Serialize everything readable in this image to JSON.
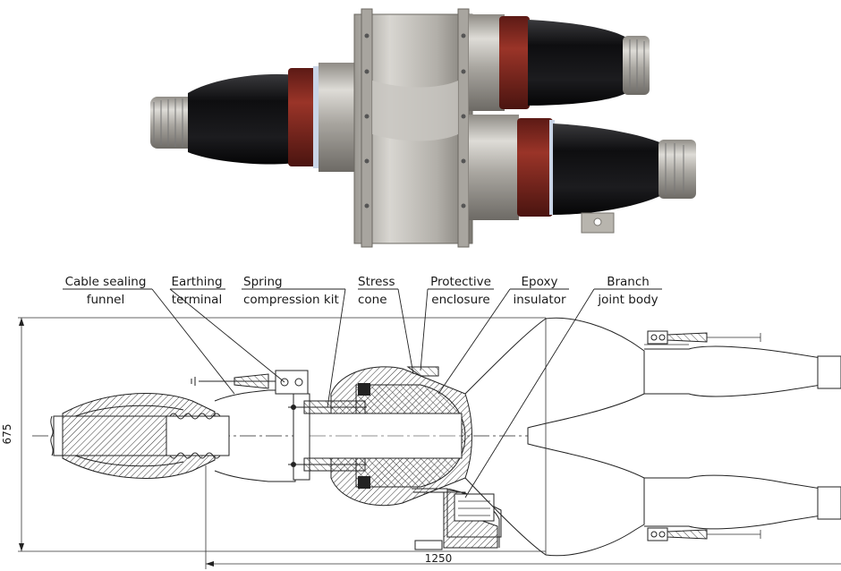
{
  "labels": {
    "cable_sealing_funnel": [
      "Cable sealing",
      "funnel"
    ],
    "earthing_terminal": [
      "Earthing",
      "terminal"
    ],
    "spring_compression_kit": [
      "Spring",
      "compression kit"
    ],
    "stress_cone": [
      "Stress",
      "cone"
    ],
    "protective_enclosure": [
      "Protective",
      "enclosure"
    ],
    "epoxy_insulator": [
      "Epoxy",
      "insulator"
    ],
    "branch_joint_body": [
      "Branch",
      "joint body"
    ]
  },
  "dimensions": {
    "height": "675",
    "length": "1250"
  },
  "colors": {
    "rubber_black": "#1c1c1e",
    "seal_red": "#8a2a22",
    "metal": "#b7b4ad",
    "hatch": "#333333"
  }
}
